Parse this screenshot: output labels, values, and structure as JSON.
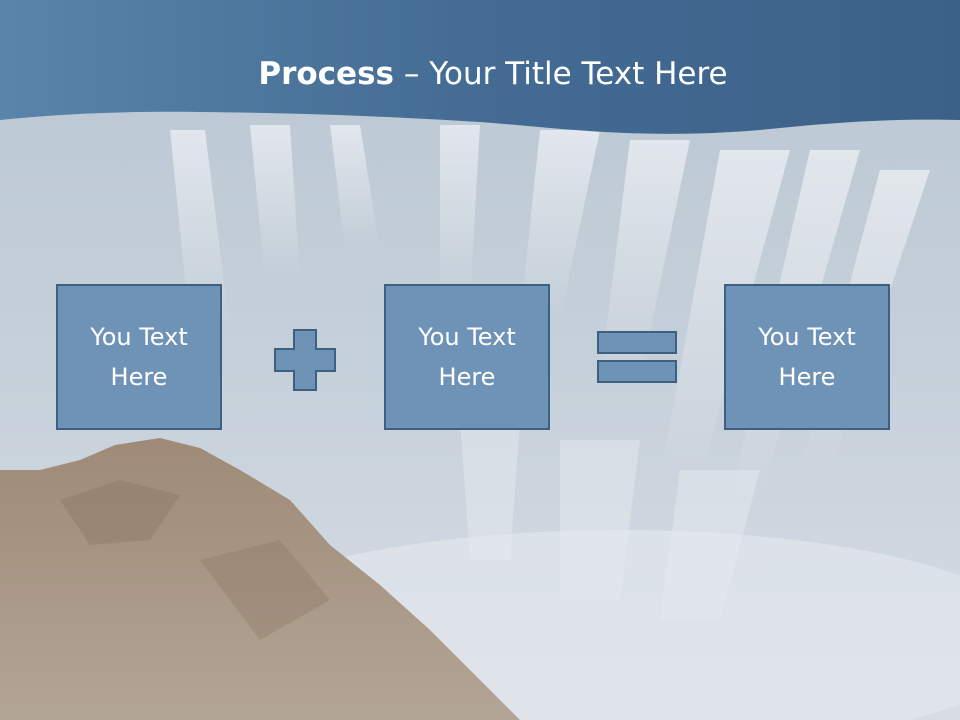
{
  "slide": {
    "title_bold": "Process",
    "title_separator": " – ",
    "title_rest": "Your Title Text Here"
  },
  "boxes": [
    {
      "text": "You Text\nHere"
    },
    {
      "text": "You Text\nHere"
    },
    {
      "text": "You Text\nHere"
    }
  ],
  "operators": [
    "plus-icon",
    "equals-icon"
  ],
  "colors": {
    "header": "#4a7299",
    "box_fill": "#6f93b6",
    "box_border": "#3d5f82"
  }
}
